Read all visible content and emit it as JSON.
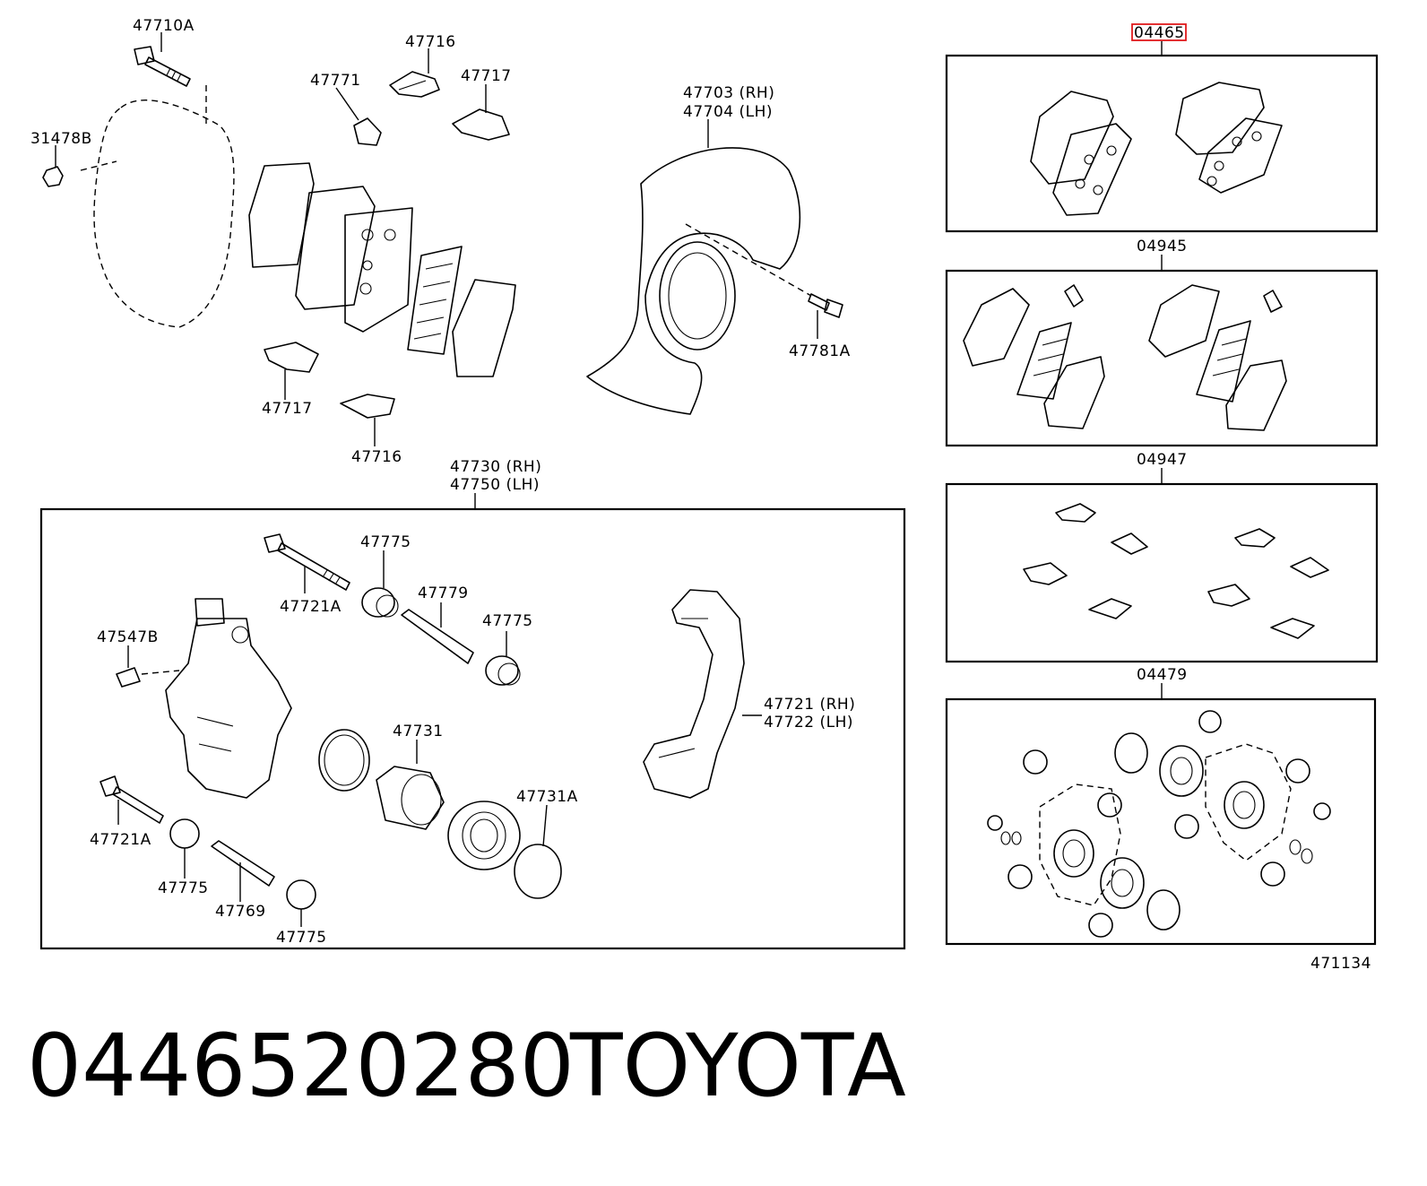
{
  "labels": {
    "l47710A": "47710A",
    "l47716a": "47716",
    "l47771": "47771",
    "l47717a": "47717",
    "l31478B": "31478B",
    "l47703": "47703 (RH)",
    "l47704": "47704 (LH)",
    "l47781A": "47781A",
    "l47717b": "47717",
    "l47716b": "47716",
    "l47730": "47730 (RH)",
    "l47750": "47750 (LH)",
    "l47775a": "47775",
    "l47721Aa": "47721A",
    "l47779": "47779",
    "l47775b": "47775",
    "l47547B": "47547B",
    "l47721": "47721 (RH)",
    "l47722": "47722 (LH)",
    "l47731": "47731",
    "l47731A": "47731A",
    "l47721Ab": "47721A",
    "l47775c": "47775",
    "l47769": "47769",
    "l47775d": "47775",
    "l04465": "04465",
    "l04945": "04945",
    "l04947": "04947",
    "l04479": "04479",
    "l471134": "471134"
  },
  "caption": {
    "part_number": "0446520280",
    "brand": "TOYOTA"
  },
  "colors": {
    "highlight": "#e0191c",
    "ink": "#000000"
  }
}
